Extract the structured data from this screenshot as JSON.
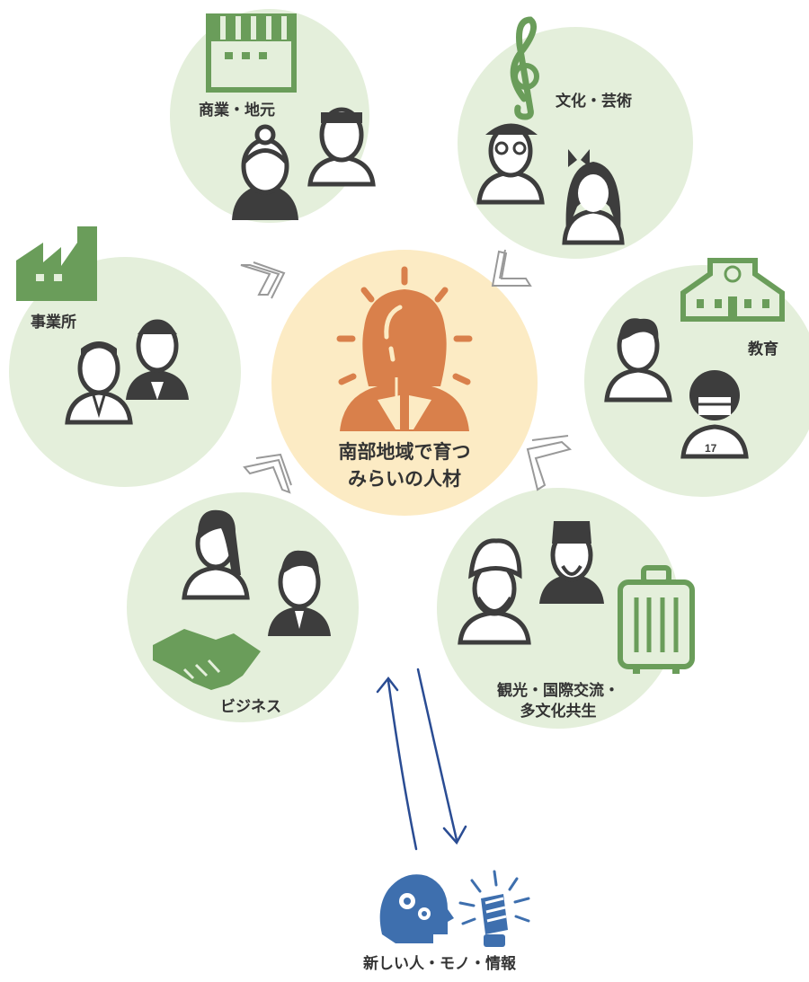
{
  "center": {
    "line1": "南部地域で育つ",
    "line2": "みらいの人材"
  },
  "nodes": {
    "commerce": "商業・地元",
    "culture": "文化・芸術",
    "office": "事業所",
    "education": "教育",
    "business": "ビジネス",
    "tourism_line1": "観光・国際交流・",
    "tourism_line2": "多文化共生"
  },
  "bottom": {
    "label": "新しい人・モノ・情報"
  },
  "colors": {
    "circle": "#e4efdb",
    "center": "#fcebc4",
    "accent_green": "#6a9d5a",
    "accent_orange": "#d9804b",
    "person_dark": "#3d3d3d",
    "arrow_blue": "#2a4c93"
  }
}
